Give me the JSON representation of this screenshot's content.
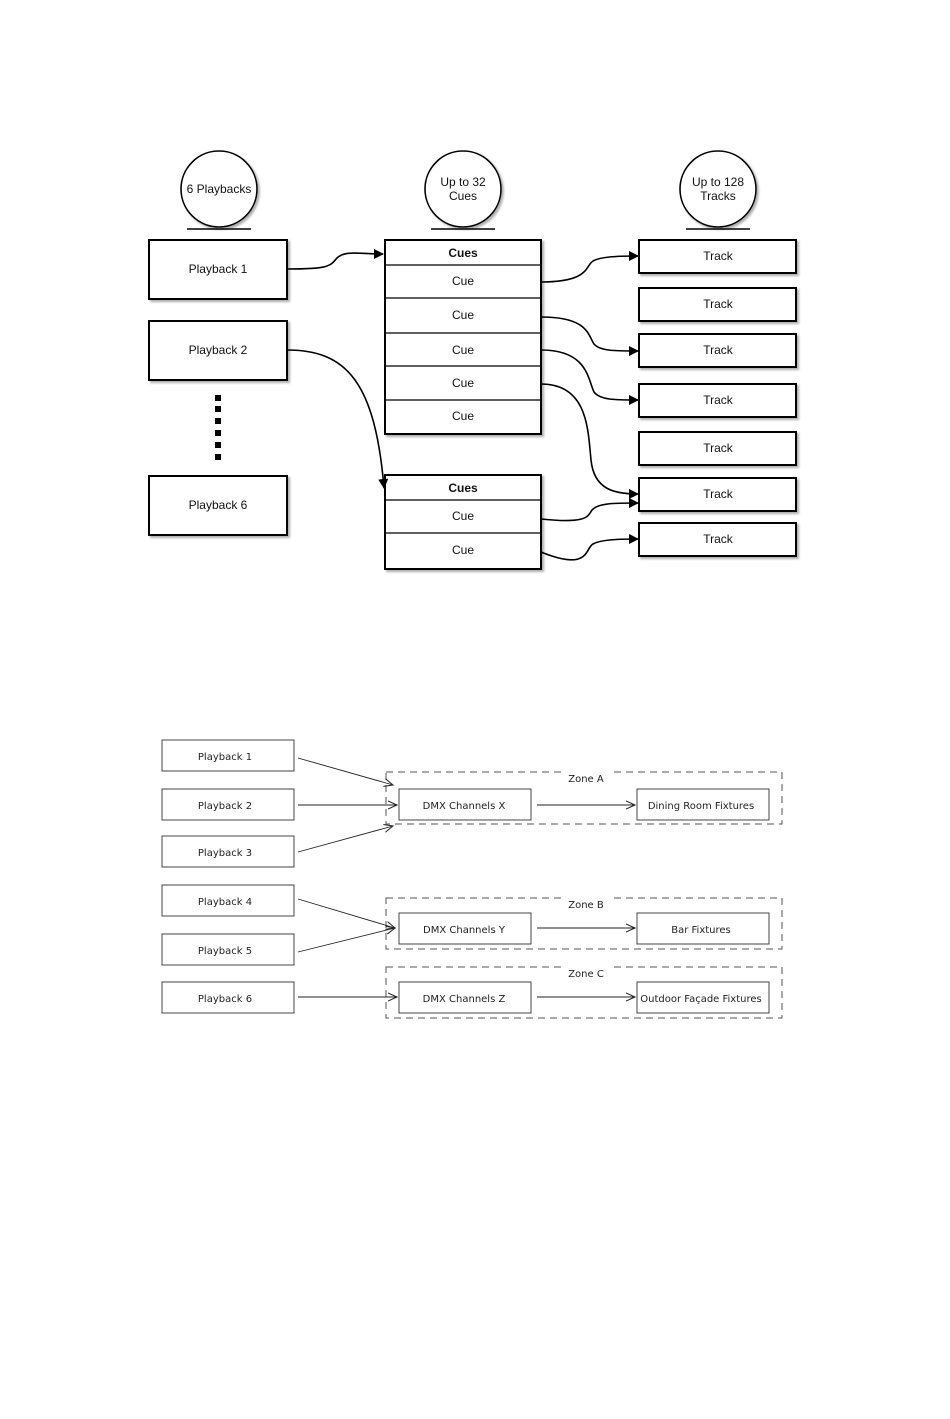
{
  "diagram1": {
    "headers": {
      "playbacks": "6 Playbacks",
      "cues": [
        "Up to 32",
        "Cues"
      ],
      "tracks": [
        "Up to 128",
        "Tracks"
      ]
    },
    "playbacks": [
      "Playback 1",
      "Playback 2",
      "Playback 6"
    ],
    "cue_list_1": {
      "title": "Cues",
      "items": [
        "Cue",
        "Cue",
        "Cue",
        "Cue",
        "Cue"
      ]
    },
    "cue_list_2": {
      "title": "Cues",
      "items": [
        "Cue",
        "Cue"
      ]
    },
    "tracks": [
      "Track",
      "Track",
      "Track",
      "Track",
      "Track",
      "Track",
      "Track"
    ]
  },
  "diagram2": {
    "playbacks": [
      "Playback 1",
      "Playback 2",
      "Playback 3",
      "Playback 4",
      "Playback 5",
      "Playback 6"
    ],
    "zones": [
      {
        "label": "Zone A",
        "channels": "DMX Channels X",
        "fixtures": "Dining Room Fixtures"
      },
      {
        "label": "Zone B",
        "channels": "DMX Channels Y",
        "fixtures": "Bar Fixtures"
      },
      {
        "label": "Zone C",
        "channels": "DMX Channels Z",
        "fixtures": "Outdoor Façade Fixtures"
      }
    ]
  }
}
